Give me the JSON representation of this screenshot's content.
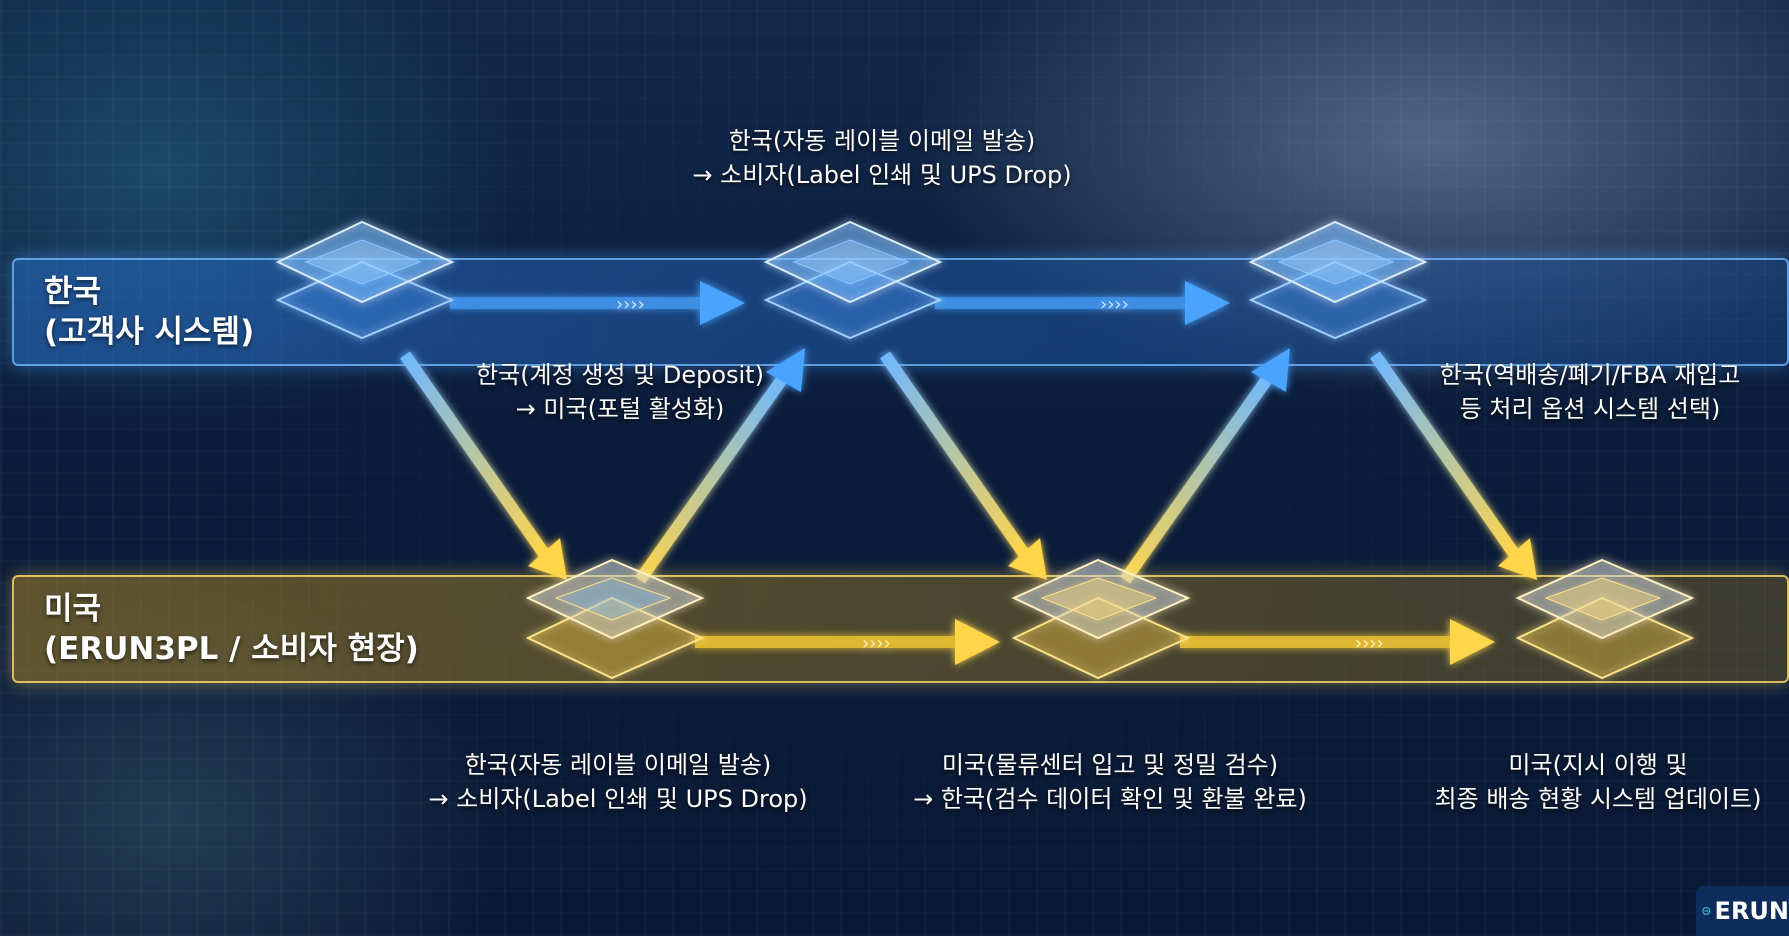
{
  "lanes": {
    "korea": {
      "title_line1": "한국",
      "title_line2": "(고객사 시스템)"
    },
    "usa": {
      "title_line1": "미국",
      "title_line2": "(ERUN3PL / 소비자 현장)"
    }
  },
  "labels": {
    "top_center": {
      "line1": "한국(자동 레이블 이메일 발송)",
      "line2": "→ 소비자(Label 인쇄 및 UPS Drop)"
    },
    "kr_left": {
      "line1": "한국(계정 생성 및 Deposit)",
      "line2": "→ 미국(포털 활성화)"
    },
    "kr_right": {
      "line1": "한국(역배송/폐기/FBA 재입고",
      "line2": "등 처리 옵션 시스템 선택)"
    },
    "bottom_left": {
      "line1": "한국(자동 레이블 이메일 발송)",
      "line2": "→ 소비자(Label 인쇄 및 UPS Drop)"
    },
    "bottom_center": {
      "line1": "미국(물류센터 입고 및 정밀 검수)",
      "line2": "→ 한국(검수 데이터 확인 및 환불 완료)"
    },
    "bottom_right": {
      "line1": "미국(지시 이행 및",
      "line2": "최종 배송 현황 시스템 업데이트)"
    }
  },
  "logo": {
    "text": "ERUN",
    "icon": "e-logo-icon"
  },
  "colors": {
    "korea_accent": "#4aa3ff",
    "usa_accent": "#ffd54a"
  }
}
